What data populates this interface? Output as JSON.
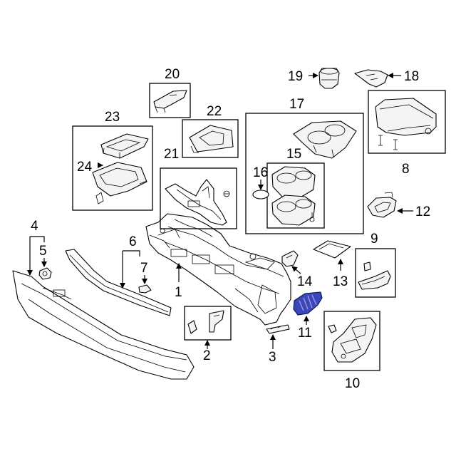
{
  "diagram": {
    "highlight_color": "#3b47b8",
    "callouts": [
      "1",
      "2",
      "3",
      "4",
      "5",
      "6",
      "7",
      "8",
      "9",
      "10",
      "11",
      "12",
      "13",
      "14",
      "15",
      "16",
      "17",
      "18",
      "19",
      "20",
      "21",
      "22",
      "23",
      "24"
    ]
  }
}
